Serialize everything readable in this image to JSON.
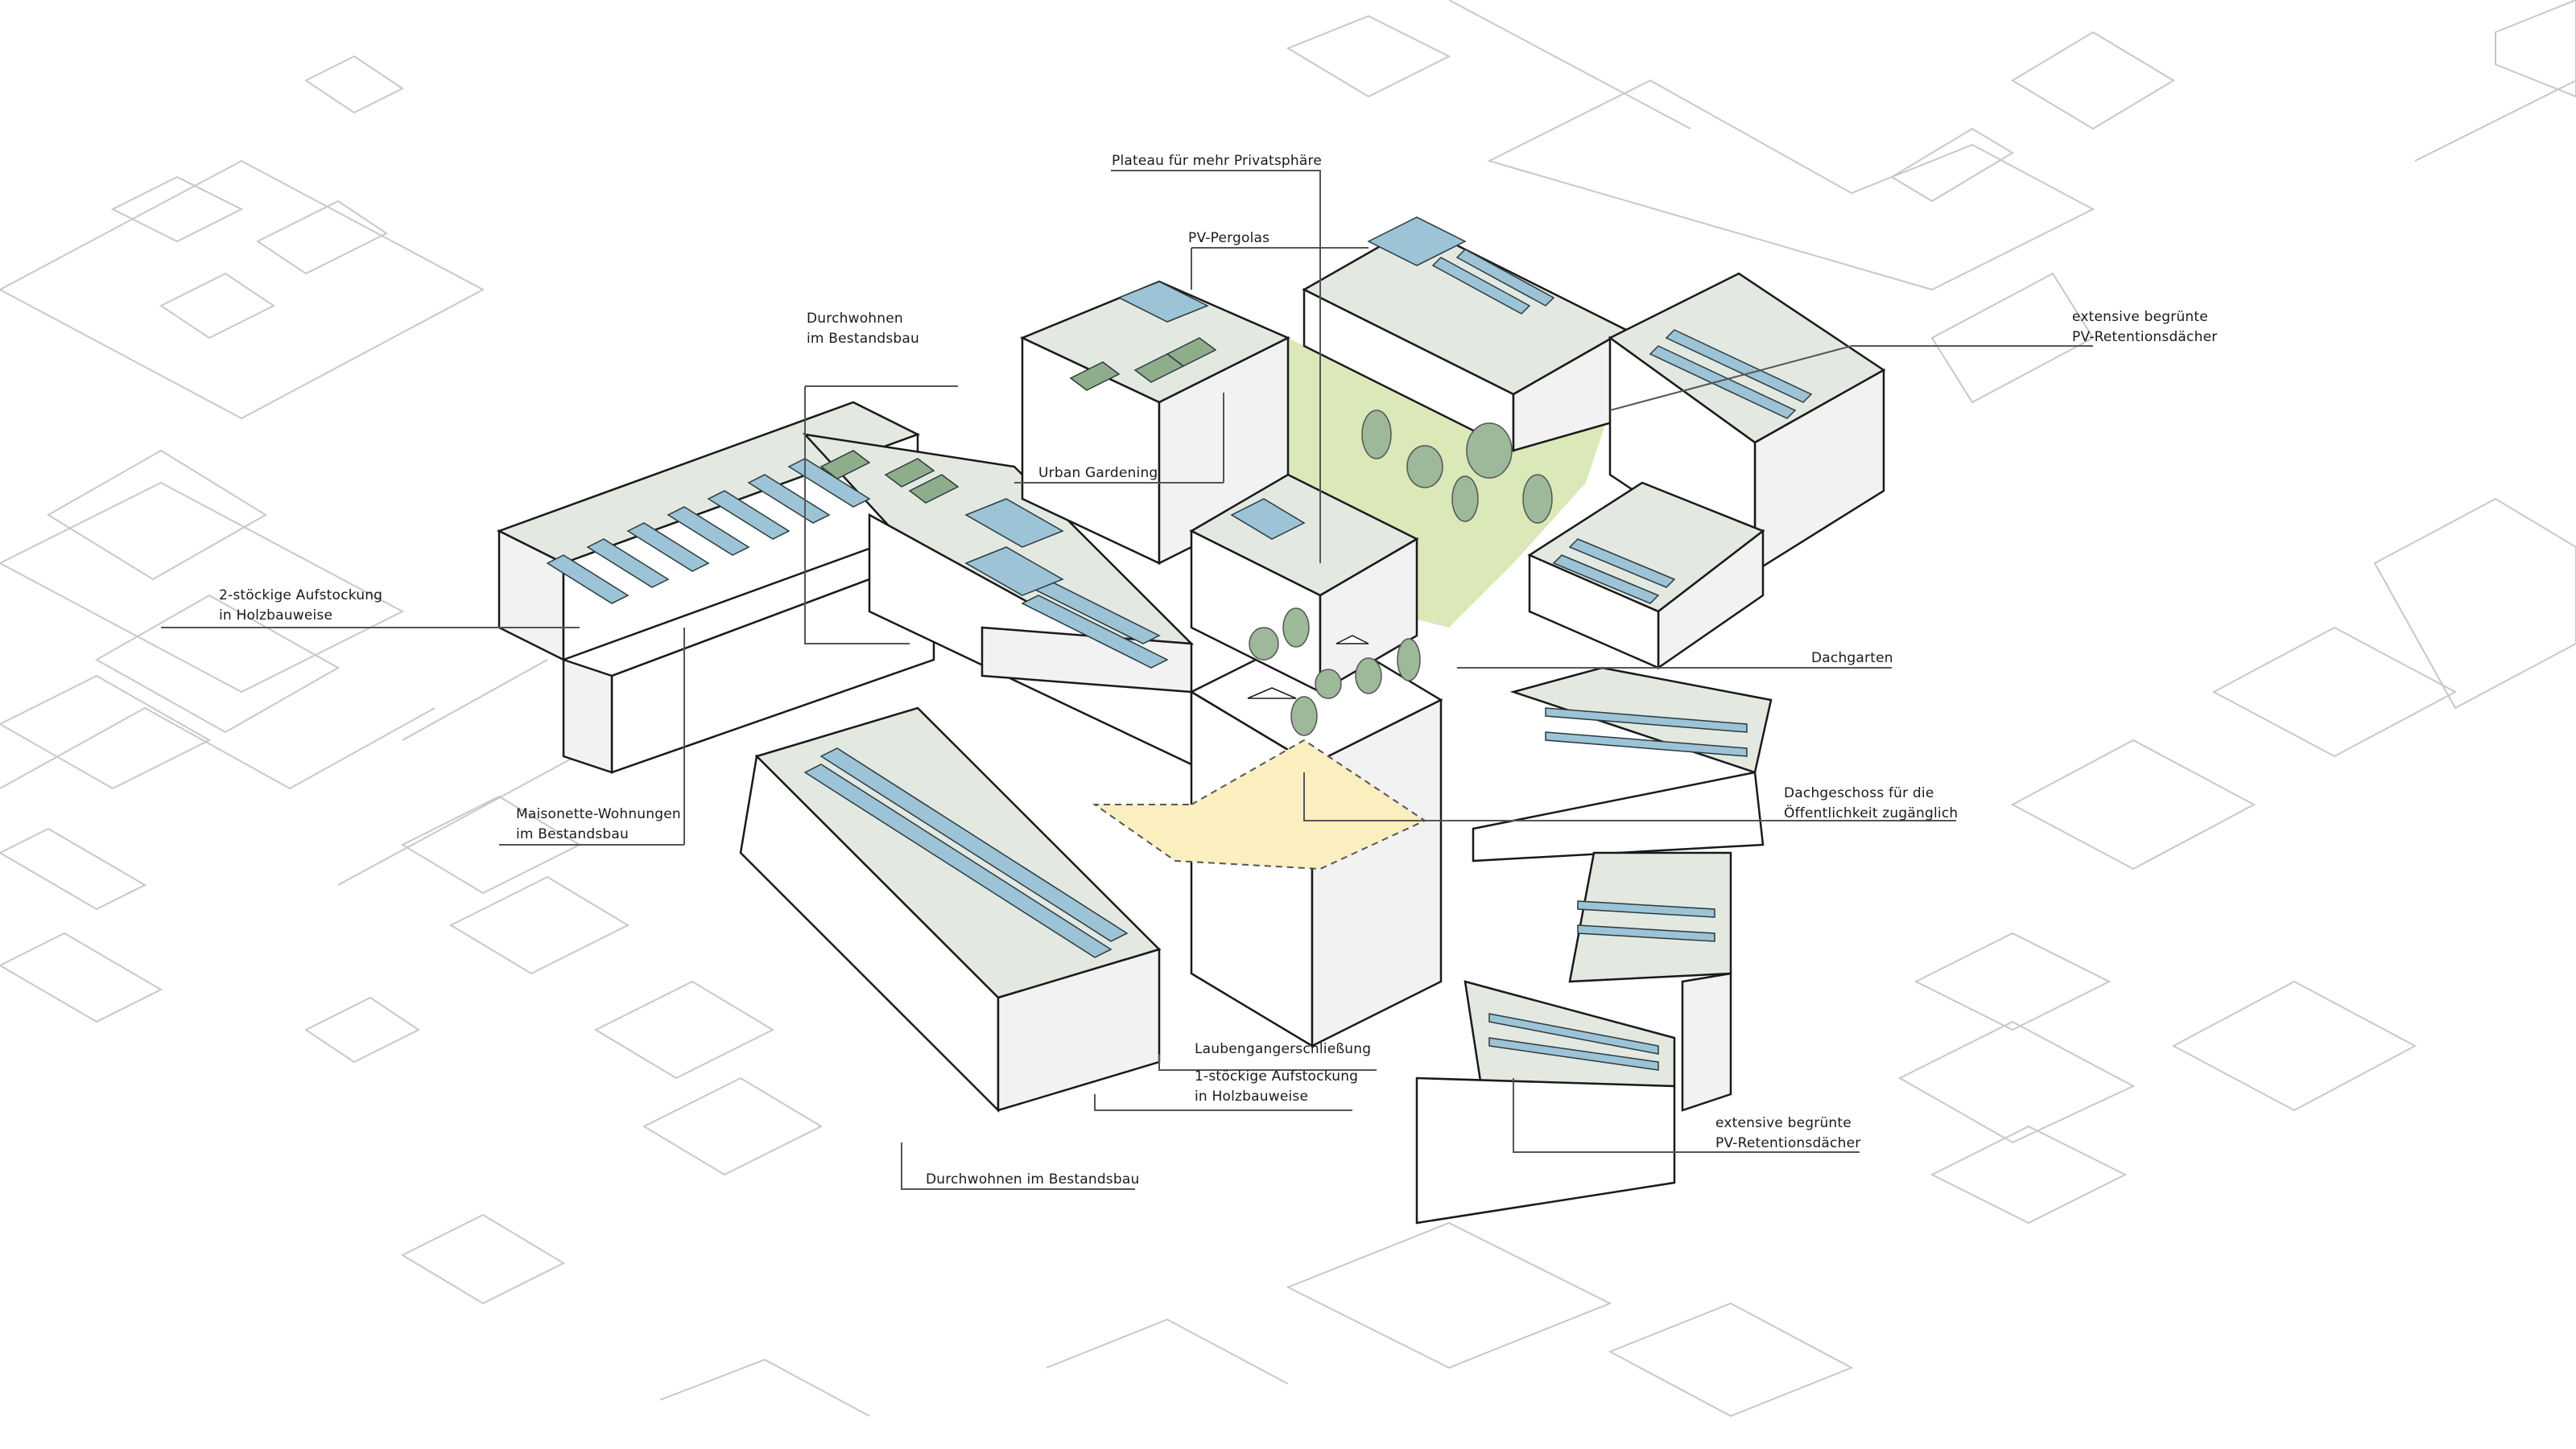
{
  "diagram": {
    "type": "isometric-architecture-axonometry",
    "colors": {
      "background": "#ffffff",
      "context_lines": "#c8c8c8",
      "building_outline": "#1a1a1a",
      "building_face": "#ffffff",
      "building_side": "#f2f2f2",
      "roof_green": "#e3e8e1",
      "pv_panel": "#9dc3d6",
      "pv_panel_stroke": "#2a3a40",
      "garden_bed": "#8fad8a",
      "tree": "#9eb89a",
      "courtyard": "#dbe8b8",
      "public_area": "#fbefbf",
      "leader_line": "#555555"
    },
    "labels": [
      {
        "id": "plateau",
        "lines": [
          "Plateau für mehr Privatsphäre"
        ]
      },
      {
        "id": "pv-pergolas",
        "lines": [
          "PV-Pergolas"
        ]
      },
      {
        "id": "durchwohnen-top",
        "lines": [
          "Durchwohnen",
          "im Bestandsbau"
        ]
      },
      {
        "id": "urban-gardening",
        "lines": [
          "Urban Gardening"
        ]
      },
      {
        "id": "retention-top",
        "lines": [
          "extensive begrünte",
          "PV-Retentionsdächer"
        ]
      },
      {
        "id": "aufstockung-2",
        "lines": [
          "2-stöckige Aufstockung",
          "in Holzbauweise"
        ]
      },
      {
        "id": "dachgarten",
        "lines": [
          "Dachgarten"
        ]
      },
      {
        "id": "dachgeschoss",
        "lines": [
          "Dachgeschoss für die",
          "Öffentlichkeit zugänglich"
        ]
      },
      {
        "id": "maisonette",
        "lines": [
          "Maisonette-Wohnungen",
          "im Bestandsbau"
        ]
      },
      {
        "id": "laubengang",
        "lines": [
          "Laubengangerschließung"
        ]
      },
      {
        "id": "aufstockung-1",
        "lines": [
          "1-stöckige Aufstockung",
          "in Holzbauweise"
        ]
      },
      {
        "id": "durchwohnen-bottom",
        "lines": [
          "Durchwohnen im Bestandsbau"
        ]
      },
      {
        "id": "retention-bottom",
        "lines": [
          "extensive begrünte",
          "PV-Retentionsdächer"
        ]
      }
    ]
  }
}
